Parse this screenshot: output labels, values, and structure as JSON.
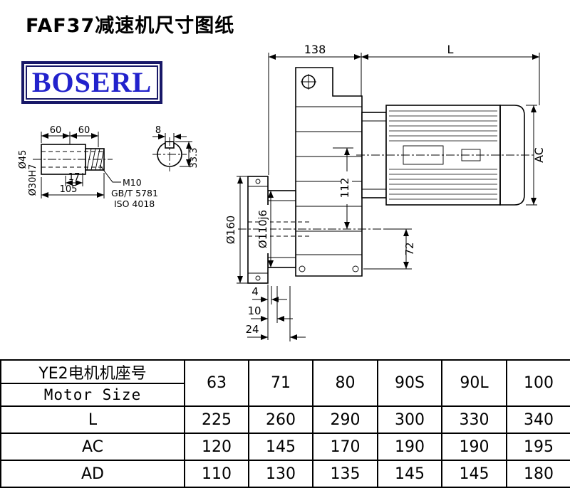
{
  "page": {
    "title": "FAF37减速机尺寸图纸",
    "logo_text": "BOSERL"
  },
  "drawing": {
    "dims": {
      "d138": "138",
      "L": "L",
      "AC": "AC",
      "d112": "112",
      "d72": "72",
      "phi160": "Ø160",
      "phi110": "Ø110j6",
      "d4": "4",
      "d10": "10",
      "d24": "24",
      "d60a": "60",
      "d60b": "60",
      "d8": "8",
      "d17": "17",
      "d105": "105",
      "phi45": "Ø45",
      "phi30": "Ø30H7",
      "d33_3": "33.3",
      "m10": "M10",
      "gbt": "GB/T 5781",
      "iso": "ISO 4018"
    }
  },
  "table": {
    "header_line1": "YE2电机机座号",
    "header_line2": "Motor Size",
    "columns": [
      "63",
      "71",
      "80",
      "90S",
      "90L",
      "100"
    ],
    "rows": [
      {
        "label": "L",
        "values": [
          "225",
          "260",
          "290",
          "300",
          "330",
          "340"
        ]
      },
      {
        "label": "AC",
        "values": [
          "120",
          "145",
          "170",
          "190",
          "190",
          "195"
        ]
      },
      {
        "label": "AD",
        "values": [
          "110",
          "130",
          "135",
          "145",
          "145",
          "180"
        ]
      }
    ]
  }
}
